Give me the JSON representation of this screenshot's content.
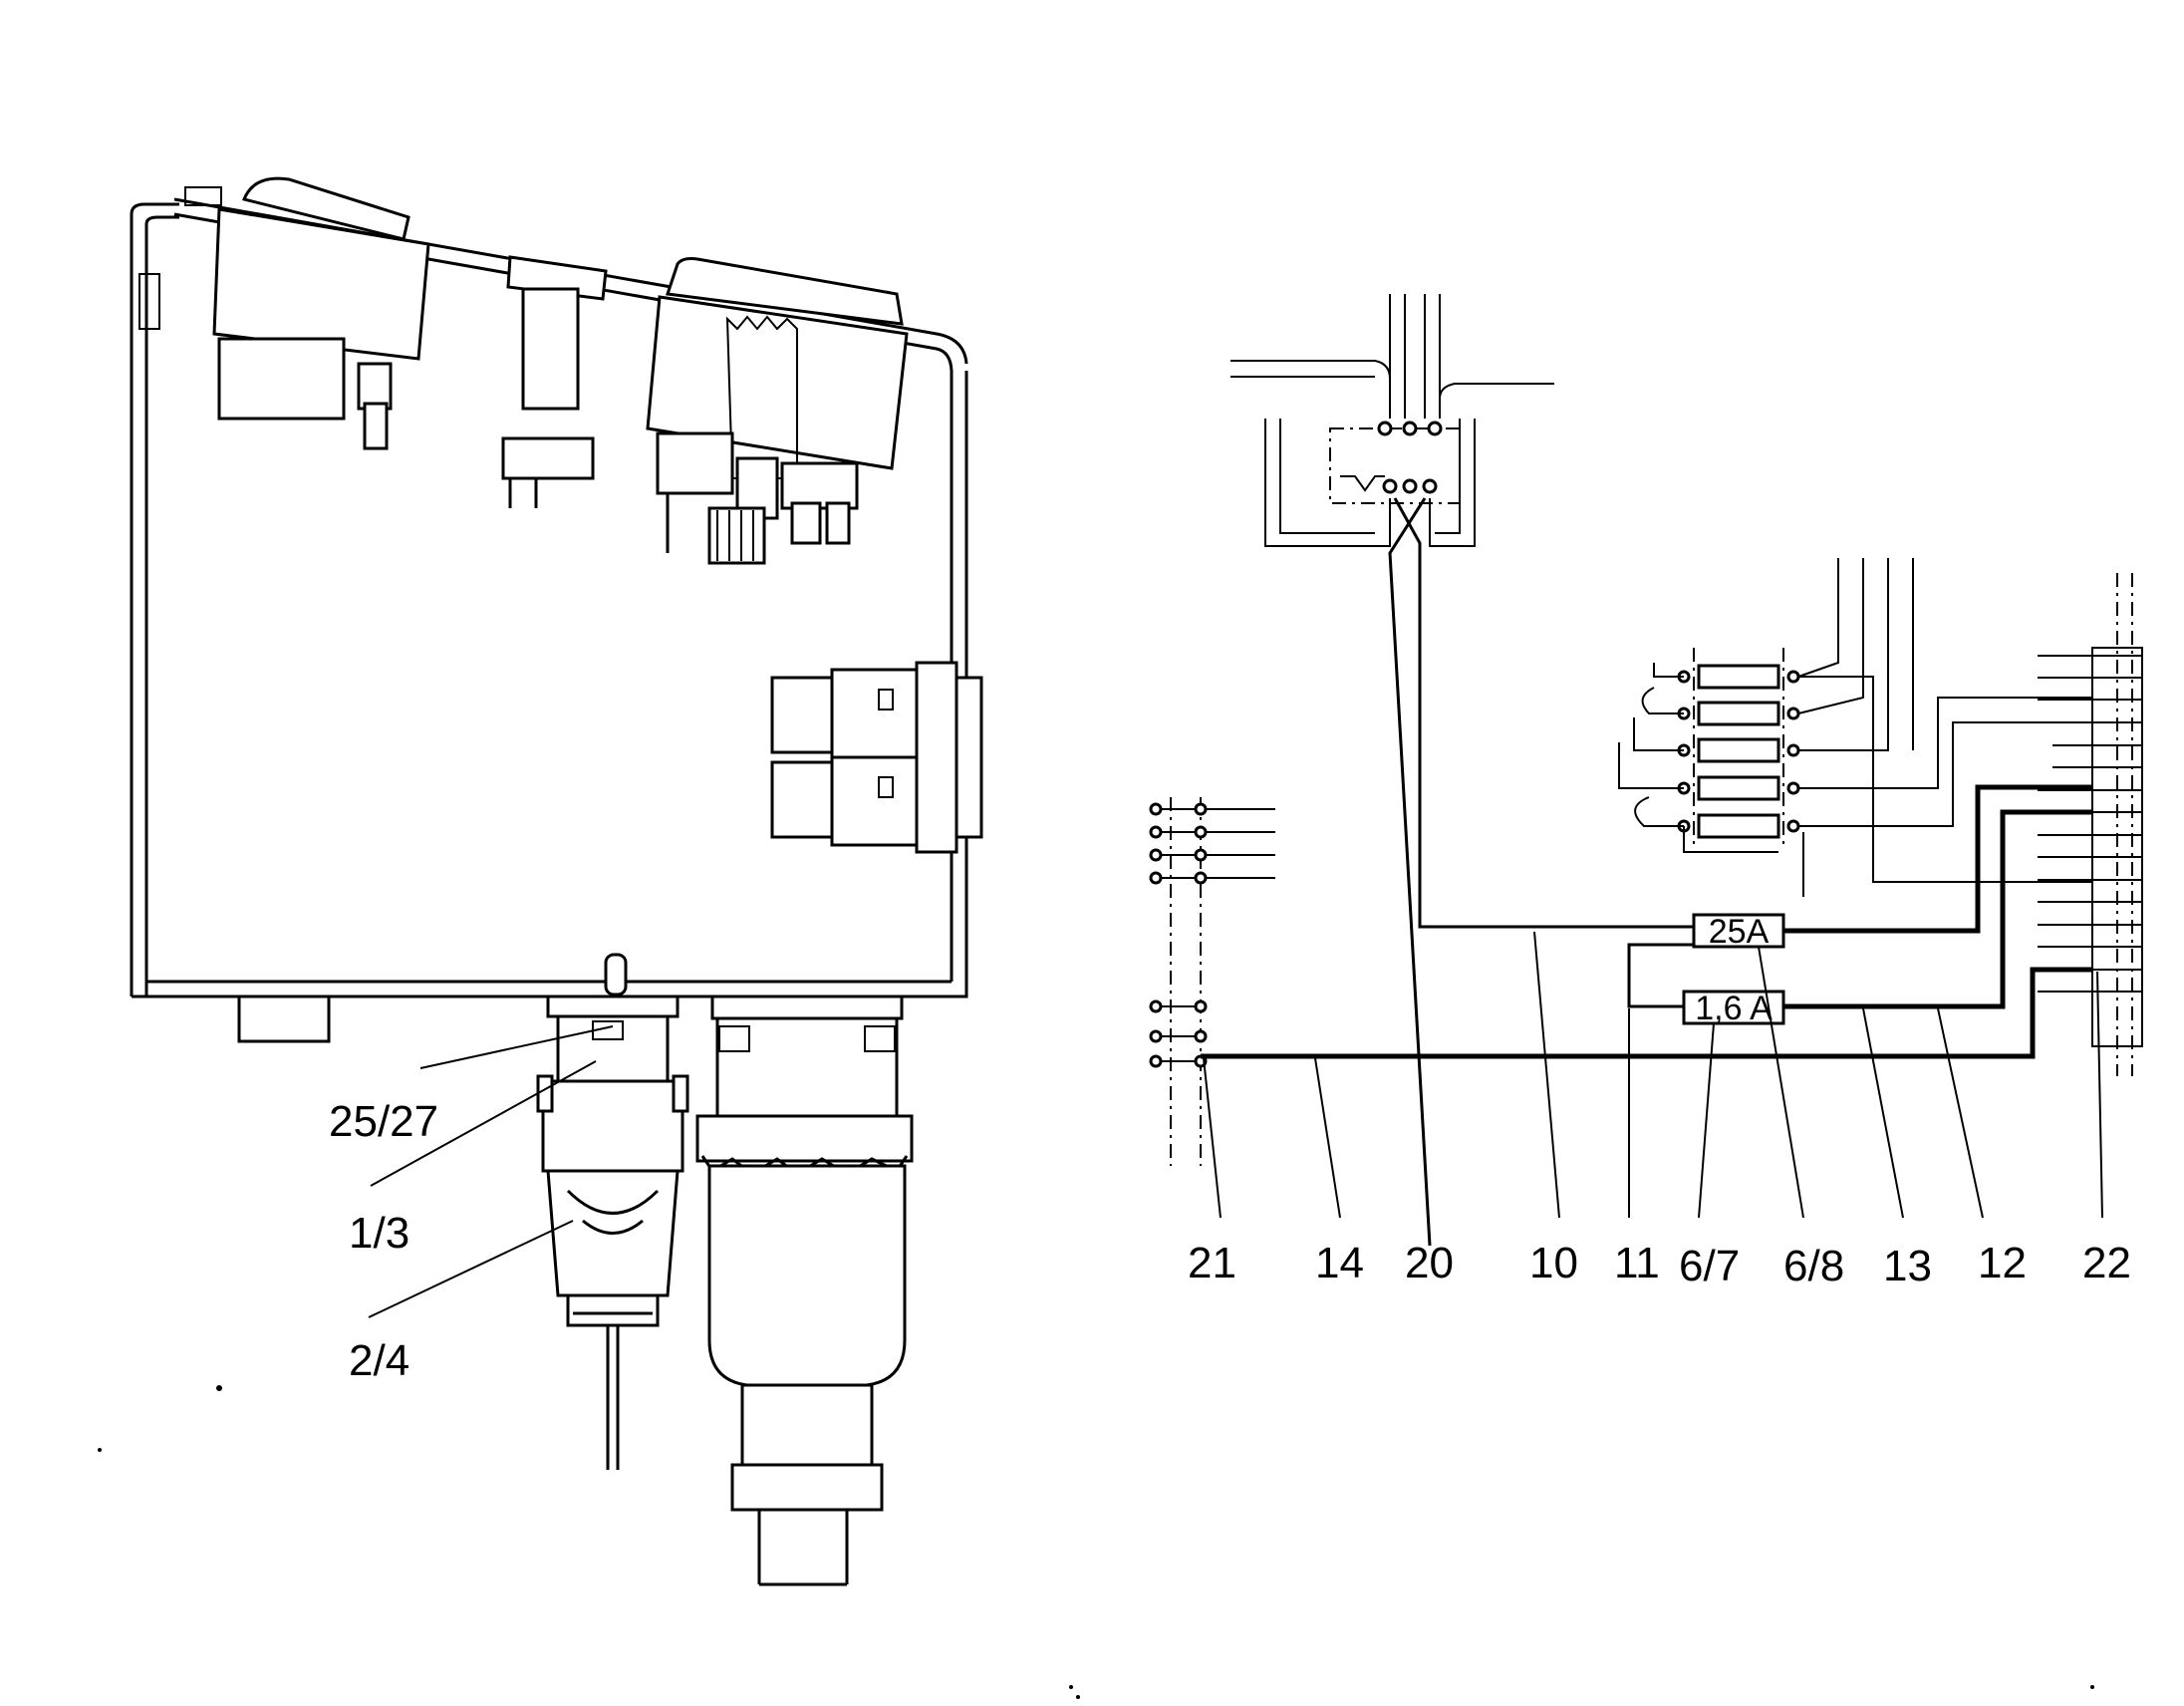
{
  "left_callouts": [
    {
      "id": "c1",
      "text": "25/27"
    },
    {
      "id": "c2",
      "text": "1/3"
    },
    {
      "id": "c3",
      "text": "2/4"
    }
  ],
  "fuses": {
    "fuse_a": "25A",
    "fuse_b": "1,6 A"
  },
  "bottom_labels": [
    {
      "id": "b1",
      "text": "21"
    },
    {
      "id": "b2",
      "text": "14"
    },
    {
      "id": "b3",
      "text": "20"
    },
    {
      "id": "b4",
      "text": "10"
    },
    {
      "id": "b5",
      "text": "11"
    },
    {
      "id": "b6",
      "text": "6/7"
    },
    {
      "id": "b7",
      "text": "6/8"
    },
    {
      "id": "b8",
      "text": "13"
    },
    {
      "id": "b9",
      "text": "12"
    },
    {
      "id": "b10",
      "text": "22"
    }
  ]
}
